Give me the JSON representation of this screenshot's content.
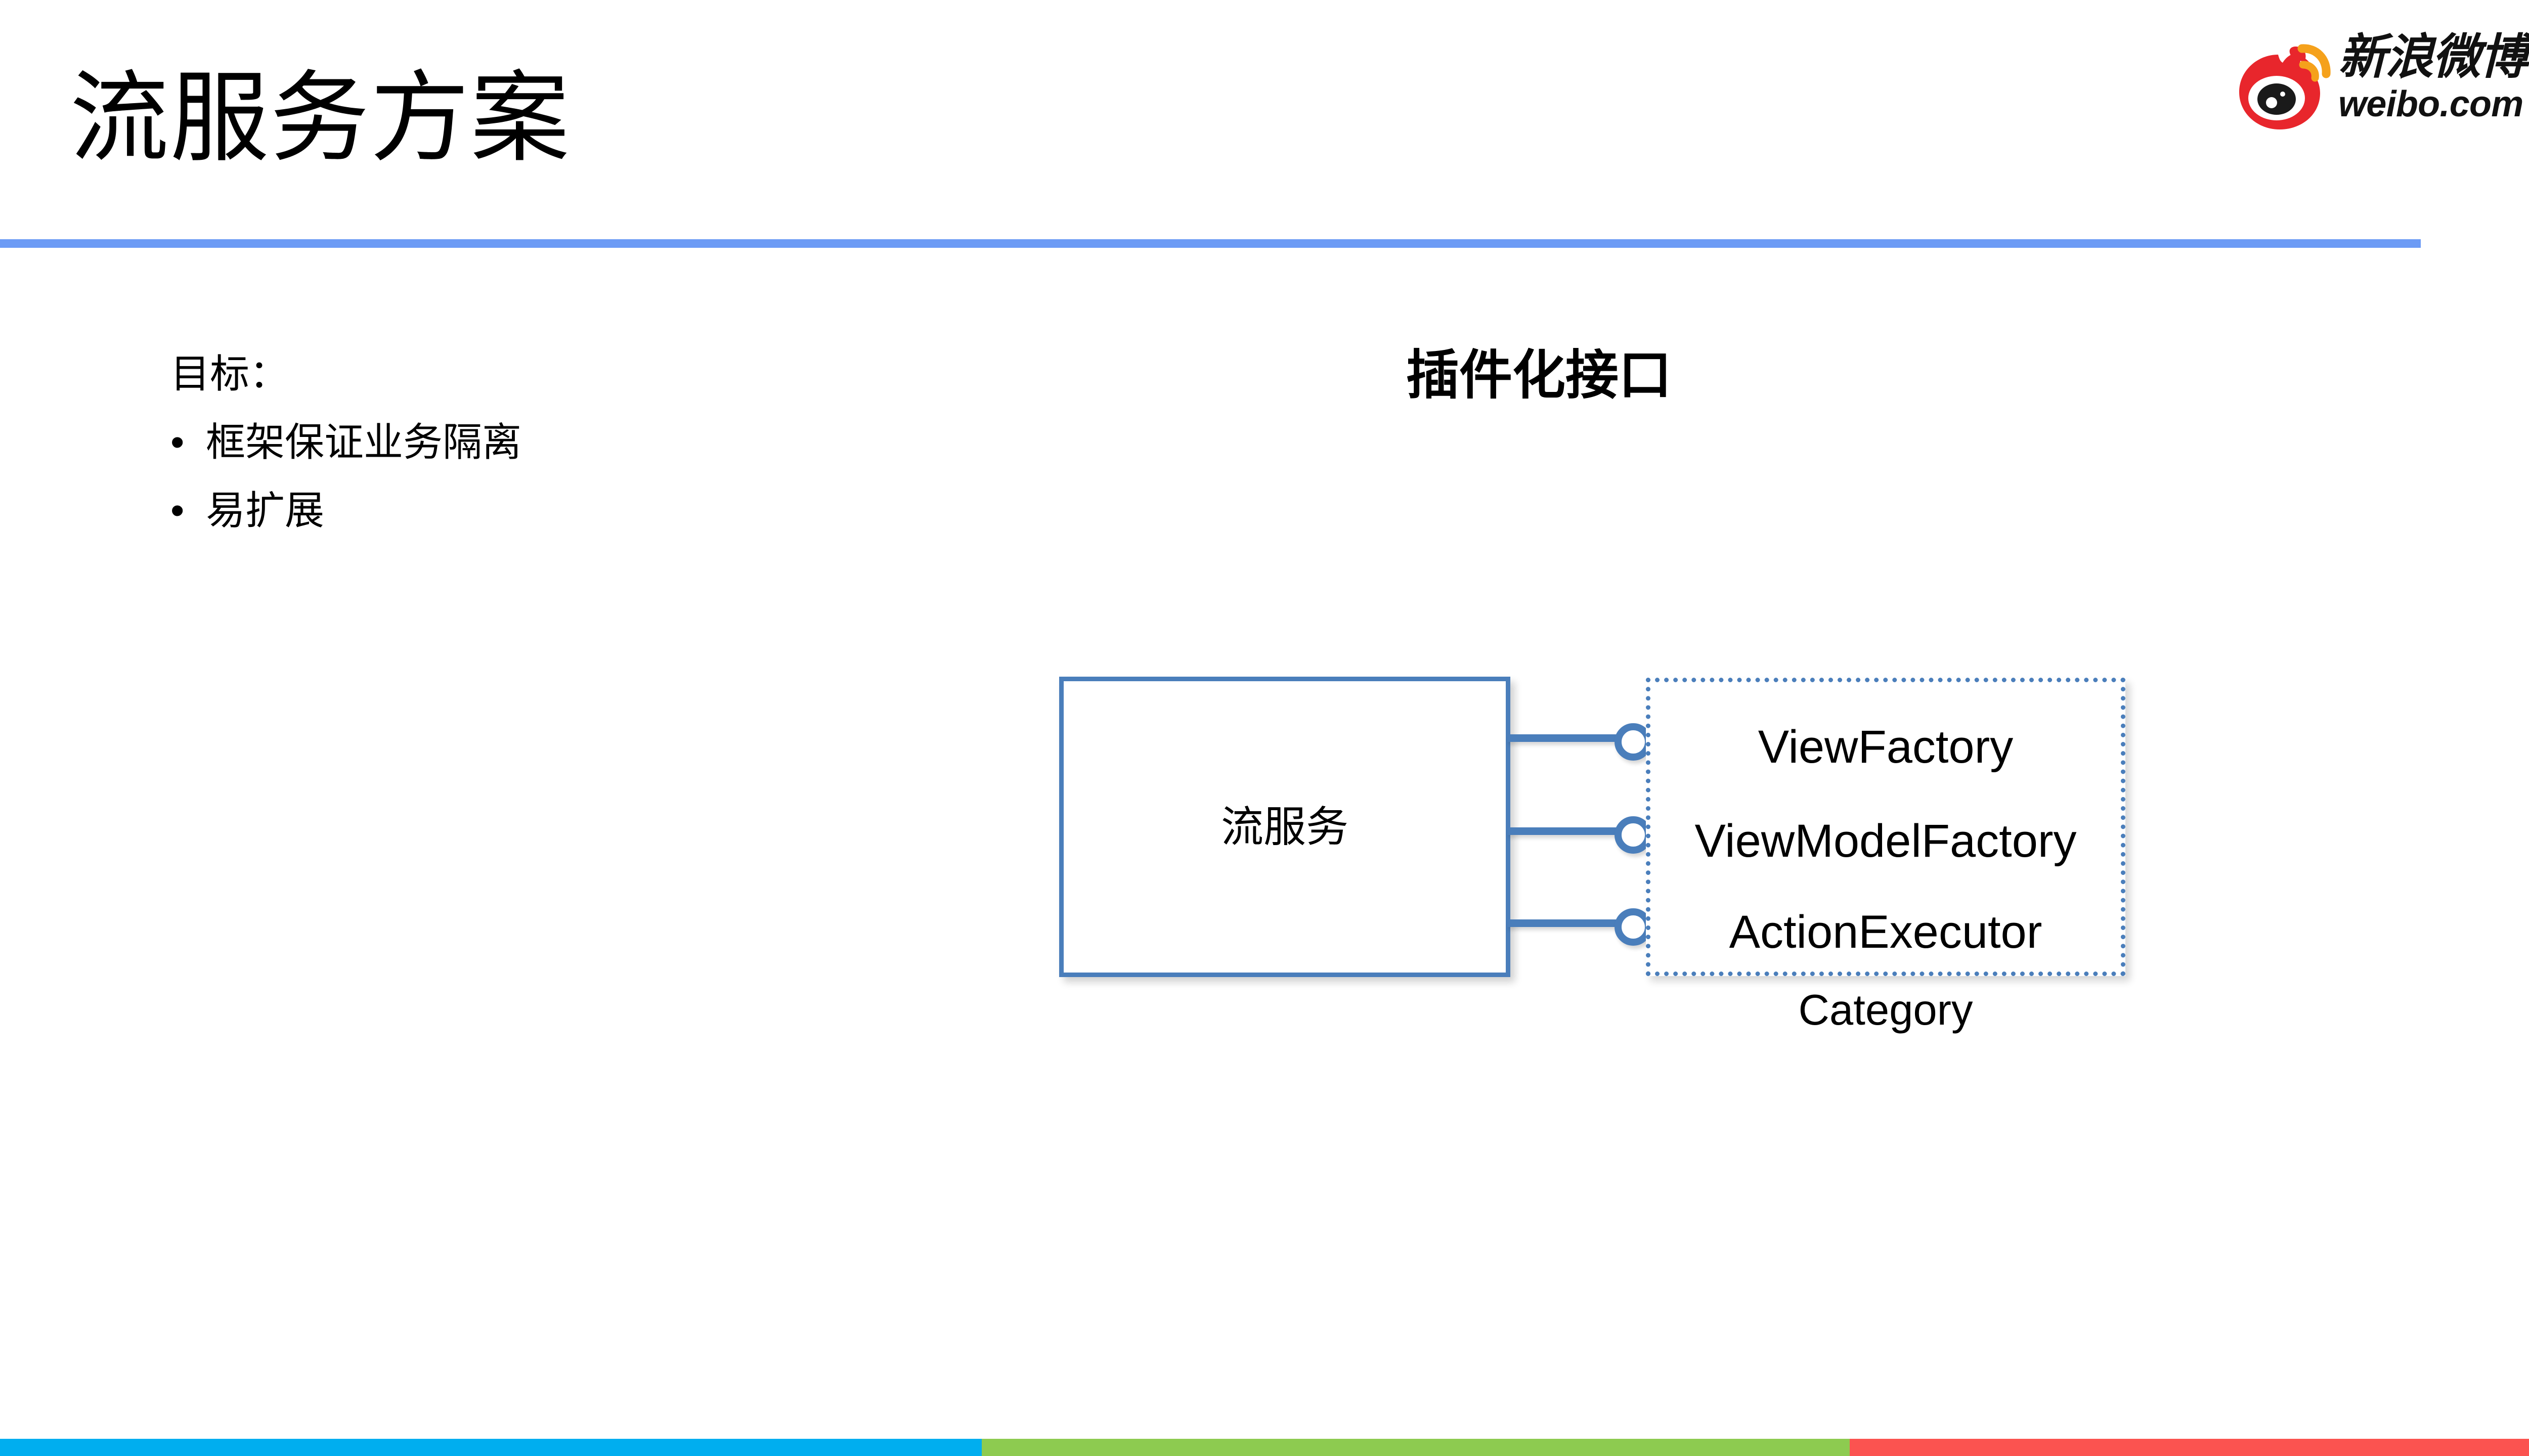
{
  "slide": {
    "title": "流服务方案",
    "divider_color": "#6C9BF5",
    "background": "#ffffff"
  },
  "logo": {
    "name": "weibo-logo",
    "cn_text": "新浪微博",
    "en_text": "weibo.com",
    "mark_colors": {
      "flame": "#E8262C",
      "arc": "#F5A11B",
      "eye": "#1A1A1A"
    }
  },
  "goals": {
    "label": "目标：",
    "items": [
      {
        "bullet": "•",
        "text": "框架保证业务隔离"
      },
      {
        "bullet": "•",
        "text": "易扩展"
      }
    ]
  },
  "diagram": {
    "heading": "插件化接口",
    "service_box": {
      "label": "流服务",
      "border_color": "#4A7EBB"
    },
    "category_box": {
      "caption": "Category",
      "border_color": "#4A7EBB",
      "items": [
        "ViewFactory",
        "ViewModelFactory",
        "ActionExecutor"
      ]
    },
    "connectors": [
      {
        "kind": "lollipop",
        "target": "ViewFactory"
      },
      {
        "kind": "lollipop",
        "target": "ViewModelFactory"
      },
      {
        "kind": "lollipop",
        "target": "ActionExecutor"
      }
    ]
  },
  "footer_bars": [
    {
      "name": "cyan",
      "color": "#00AEEF"
    },
    {
      "name": "green",
      "color": "#8DCB50"
    },
    {
      "name": "red",
      "color": "#FB5350"
    }
  ]
}
